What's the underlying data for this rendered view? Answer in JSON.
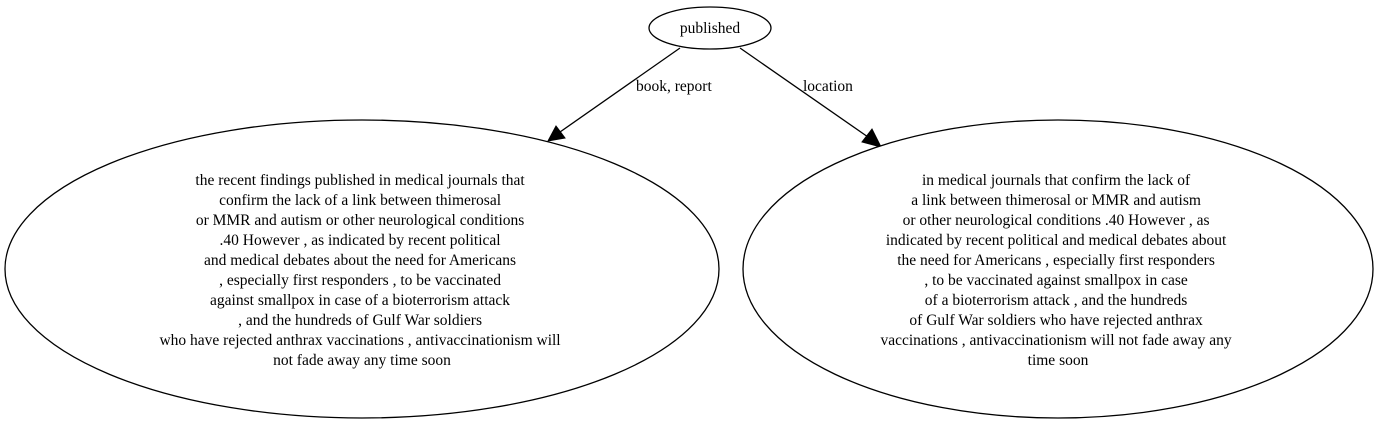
{
  "nodes": {
    "root": {
      "label": "published"
    },
    "left": {
      "lines": [
        "the recent findings published in medical journals that",
        "confirm the lack of a link between thimerosal",
        "or MMR and autism or other neurological conditions",
        ".40 However , as indicated by recent political",
        "and medical debates about the need for Americans",
        ", especially first responders , to be vaccinated",
        "against smallpox in case of a bioterrorism attack",
        ", and the hundreds of Gulf War soldiers",
        "who have rejected anthrax vaccinations , antivaccinationism will",
        "not fade away any time soon"
      ]
    },
    "right": {
      "lines": [
        "in medical journals that confirm the lack of",
        "a link between thimerosal or MMR and autism",
        "or other neurological conditions .40 However , as",
        "indicated by recent political and medical debates about",
        "the need for Americans , especially first responders",
        ", to be vaccinated against smallpox in case",
        "of a bioterrorism attack , and the hundreds",
        "of Gulf War soldiers who have rejected anthrax",
        "vaccinations , antivaccinationism will not fade away any",
        "time soon"
      ]
    }
  },
  "edges": {
    "left": {
      "label": "book, report"
    },
    "right": {
      "label": "location"
    }
  }
}
